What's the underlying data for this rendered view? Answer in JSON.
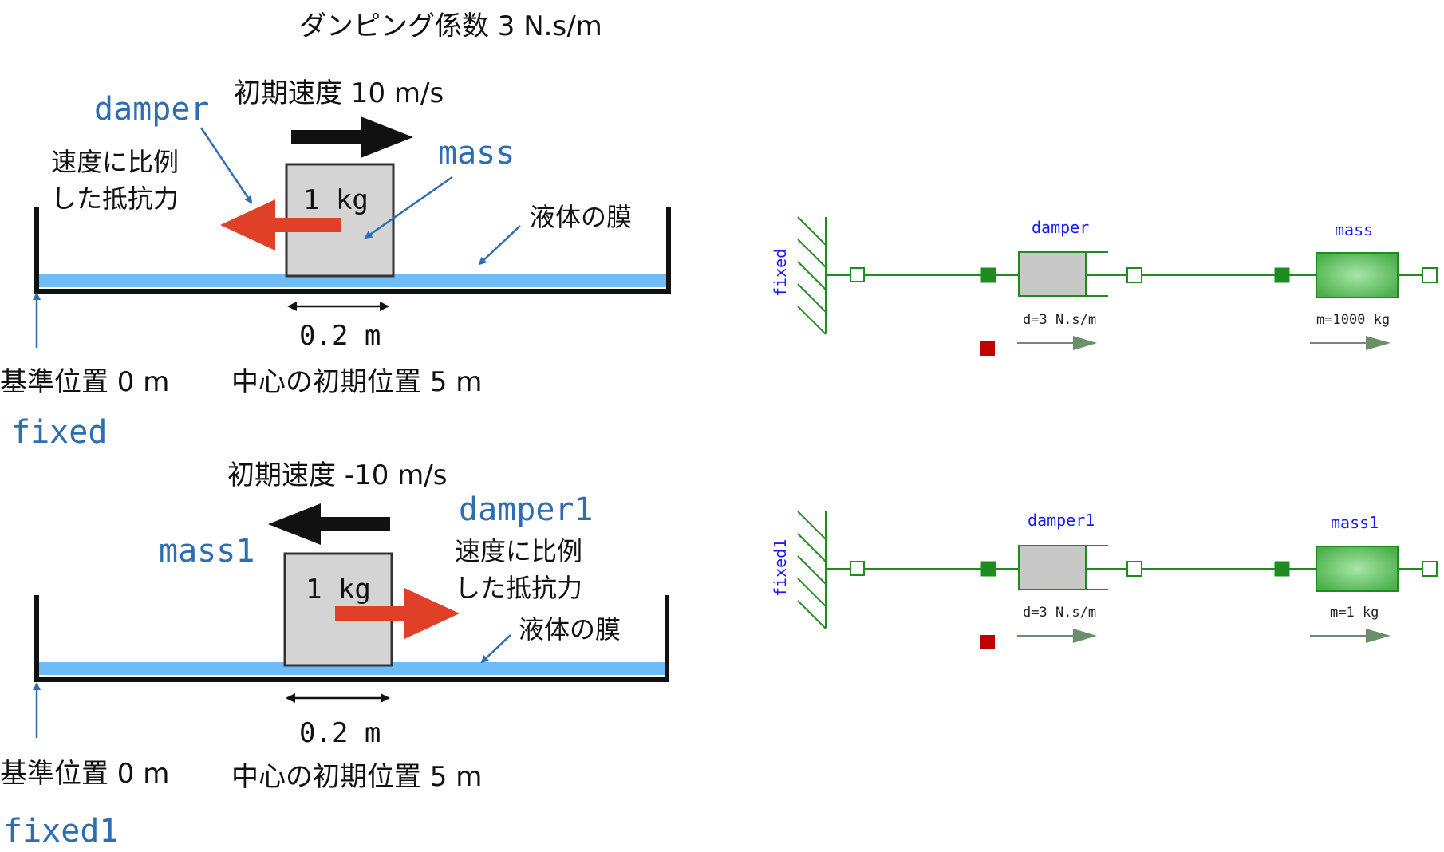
{
  "colors": {
    "liquid": "#6ebcf5",
    "label_blue": "#2e6db4",
    "force_red": "#e04028",
    "modelica_green": "#1e8c1e",
    "mass_green": "#5cbf5c",
    "damper_gray": "#c8c8c8",
    "dark_red": "#c00000"
  },
  "header": {
    "damping": "ダンピング係数 3 N.s/m"
  },
  "top": {
    "velocity": "初期速度 10 m/s",
    "damper_label": "damper",
    "resist_line1": "速度に比例",
    "resist_line2": "した抵抗力",
    "mass_label": "mass",
    "block_mass": "1 kg",
    "film_label": "液体の膜",
    "width_label": "0.2 m",
    "ref_label": "基準位置 0 m",
    "center_label": "中心の初期位置 5 m",
    "fixed_label": "fixed"
  },
  "bottom": {
    "velocity": "初期速度 -10 m/s",
    "damper_label": "damper1",
    "resist_line1": "速度に比例",
    "resist_line2": "した抵抗力",
    "mass_label": "mass1",
    "block_mass": "1 kg",
    "film_label": "液体の膜",
    "width_label": "0.2 m",
    "ref_label": "基準位置 0 m",
    "center_label": "中心の初期位置 5 m",
    "fixed_label": "fixed1"
  },
  "model_top": {
    "fixed": "fixed",
    "damper": "damper",
    "damper_param": "d=3 N.s/m",
    "mass": "mass",
    "mass_param": "m=1000 kg"
  },
  "model_bottom": {
    "fixed": "fixed1",
    "damper": "damper1",
    "damper_param": "d=3 N.s/m",
    "mass": "mass1",
    "mass_param": "m=1 kg"
  }
}
